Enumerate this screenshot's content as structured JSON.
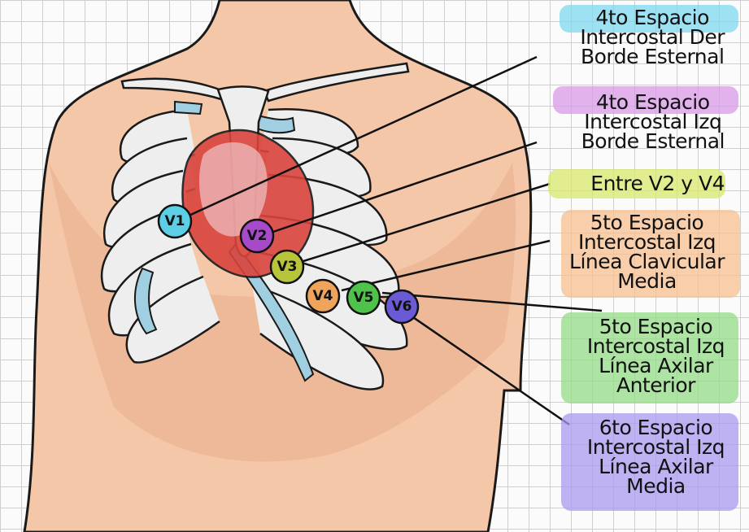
{
  "electrodes": [
    {
      "id": "v1",
      "label": "V1",
      "color": "#5ccfe6"
    },
    {
      "id": "v2",
      "label": "V2",
      "color": "#a64ac9"
    },
    {
      "id": "v3",
      "label": "V3",
      "color": "#b8c43a"
    },
    {
      "id": "v4",
      "label": "V4",
      "color": "#f0a35a"
    },
    {
      "id": "v5",
      "label": "V5",
      "color": "#4ec24a"
    },
    {
      "id": "v6",
      "label": "V6",
      "color": "#6b5ad6"
    }
  ],
  "annotations": [
    {
      "id": "v1",
      "lines": [
        "4to Espacio",
        "Intercostal Der",
        "Borde Esternal"
      ],
      "highlight": "#7fd8f0"
    },
    {
      "id": "v2",
      "lines": [
        "4to Espacio",
        "Intercostal Izq",
        "Borde Esternal"
      ],
      "highlight": "#d99ae8"
    },
    {
      "id": "v3",
      "lines": [
        "Entre V2 y V4"
      ],
      "highlight": "#d8e86a"
    },
    {
      "id": "v4",
      "lines": [
        "5to Espacio",
        "Intercostal Izq",
        "Línea Clavicular",
        "Media"
      ],
      "highlight": "#f7c08f"
    },
    {
      "id": "v5",
      "lines": [
        "5to Espacio",
        "Intercostal Izq",
        "Línea Axilar",
        "Anterior"
      ],
      "highlight": "#93dc85"
    },
    {
      "id": "v6",
      "lines": [
        "6to Espacio",
        "Intercostal Izq",
        "Línea Axilar",
        "Media"
      ],
      "highlight": "#a99af0"
    }
  ],
  "colors": {
    "skin": "#f4c7a8",
    "skin_shadow": "#e6a985",
    "bone": "#eeeeee",
    "cartilage": "#9fcfe0",
    "heart": "#d9443d",
    "outline": "#1a1a1a"
  }
}
